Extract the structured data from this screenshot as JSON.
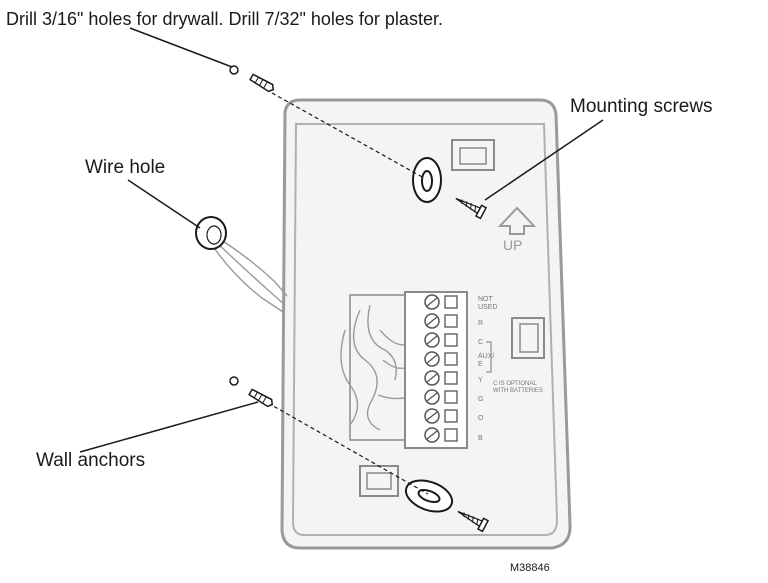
{
  "instruction": "Drill 3/16\" holes for drywall. Drill 7/32\" holes for plaster.",
  "callouts": {
    "mounting_screws": "Mounting screws",
    "wire_hole": "Wire hole",
    "wall_anchors": "Wall anchors"
  },
  "figure_code": "M38846",
  "plate": {
    "up_label": "UP",
    "terminals": [
      "NOT",
      "USED",
      "R",
      "C",
      "AUX/",
      "E",
      "Y",
      "G",
      "O",
      "B"
    ],
    "c_note_line1": "C IS OPTIONAL",
    "c_note_line2": "WITH BATTERIES"
  },
  "colors": {
    "line": "#1a1a1a",
    "plate_outline": "#9a9a9a",
    "plate_fill": "#f4f4f4"
  }
}
